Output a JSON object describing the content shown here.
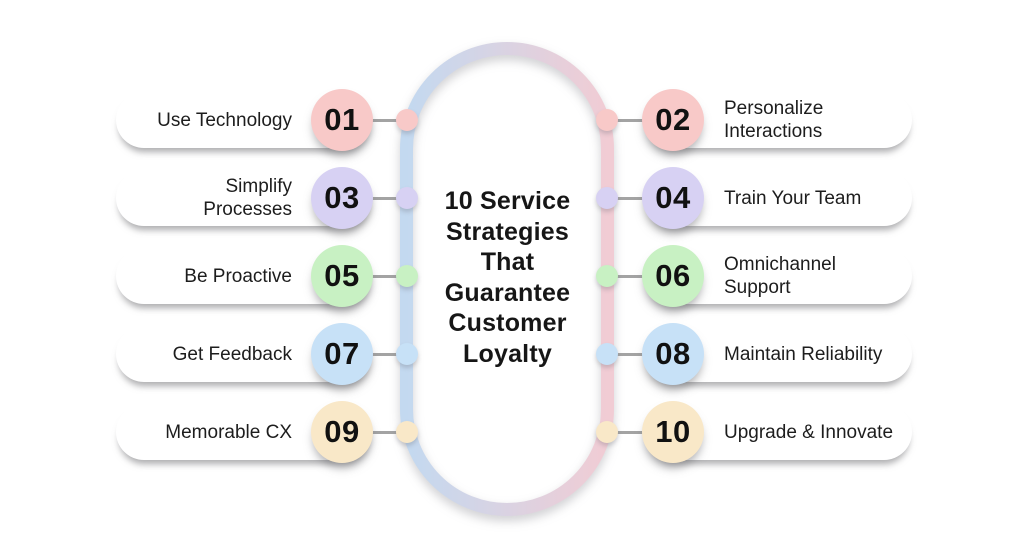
{
  "title": {
    "text": "10 Service Strategies That Guarantee Customer Loyalty",
    "lines": [
      "10 Service",
      "Strategies",
      "That",
      "Guarantee",
      "Customer",
      "Loyalty"
    ]
  },
  "items": [
    {
      "number": "01",
      "label": "Use Technology",
      "side": "left",
      "color": "#f8c9c8"
    },
    {
      "number": "02",
      "label": "Personalize Interactions",
      "side": "right",
      "color": "#f8c9c8"
    },
    {
      "number": "03",
      "label": "Simplify Processes",
      "side": "left",
      "color": "#d7d1f3"
    },
    {
      "number": "04",
      "label": "Train Your Team",
      "side": "right",
      "color": "#d7d1f3"
    },
    {
      "number": "05",
      "label": "Be Proactive",
      "side": "left",
      "color": "#c8f1c3"
    },
    {
      "number": "06",
      "label": "Omnichannel Support",
      "side": "right",
      "color": "#c8f1c3"
    },
    {
      "number": "07",
      "label": "Get Feedback",
      "side": "left",
      "color": "#c7e1f7"
    },
    {
      "number": "08",
      "label": "Maintain Reliability",
      "side": "right",
      "color": "#c7e1f7"
    },
    {
      "number": "09",
      "label": "Memorable CX",
      "side": "left",
      "color": "#f9e8c8"
    },
    {
      "number": "10",
      "label": "Upgrade & Innovate",
      "side": "right",
      "color": "#f9e8c8"
    }
  ],
  "colors": {
    "background": "#ffffff",
    "capsule_left": "#c3d9f0",
    "capsule_right": "#f1ccd4",
    "connector_line": "#a3a3a3",
    "title_text": "#161616",
    "label_text": "#1d1d1d",
    "number_text": "#111111",
    "pill_background": "#ffffff"
  }
}
